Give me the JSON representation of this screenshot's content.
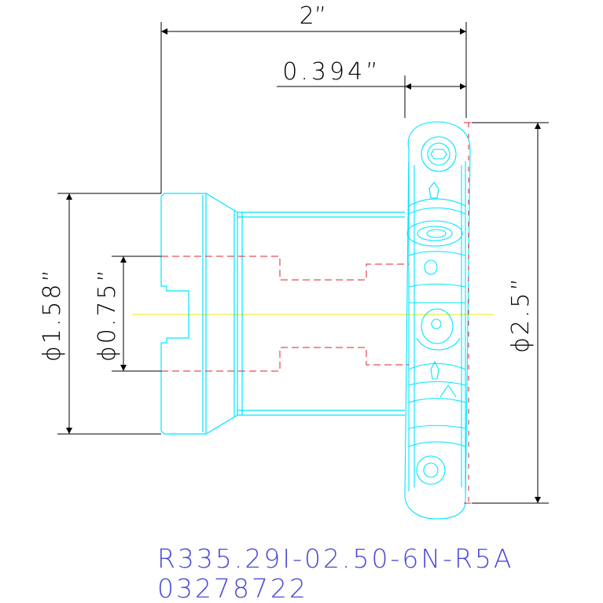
{
  "dimensions": {
    "overall_length": "2”",
    "flange_width": "0.394”",
    "shank_diameter": "ϕ1.58”",
    "bore_diameter": "ϕ0.75”",
    "cutter_diameter": "ϕ2.5”"
  },
  "part": {
    "designation": "R335.29I-02.50-6N-R5A",
    "code": "03278722"
  },
  "colors": {
    "outline": "#00e5ff",
    "hidden": "#e0202a",
    "centerline": "#e8e800",
    "dimension": "#000000",
    "caption": "#4a4ad6"
  }
}
